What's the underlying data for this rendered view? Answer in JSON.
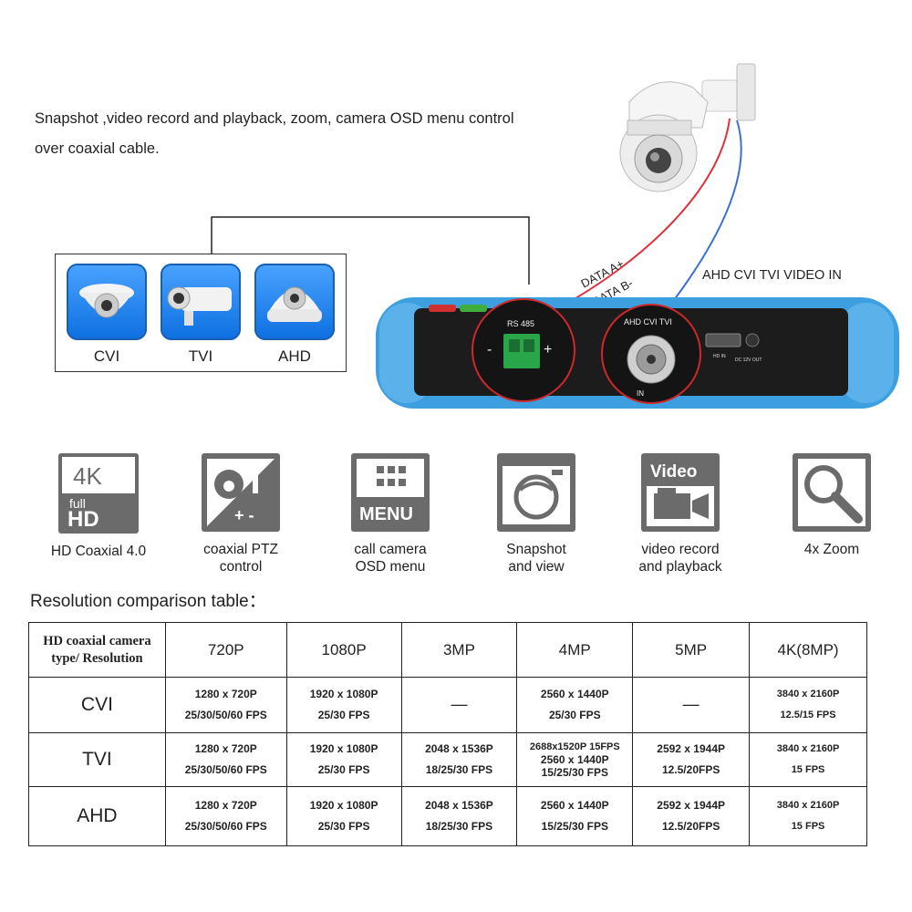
{
  "intro_text": "Snapshot ,video record and playback, zoom, camera OSD menu control over coaxial cable.",
  "camera_types": [
    "CVI",
    "TVI",
    "AHD"
  ],
  "device": {
    "data_a_label": "DATA A+",
    "data_b_label": "DATA B-",
    "video_in_label": "AHD CVI TVI VIDEO IN",
    "rs485_label": "RS 485",
    "rs485_minus": "-",
    "rs485_plus": "+",
    "bnc_label": "AHD CVI TVI",
    "bnc_in": "IN",
    "hdmi_label": "HD IN",
    "dc_label": "DC 12V OUT"
  },
  "features": [
    {
      "icon": "4k-full-hd-icon",
      "label_line1": "HD Coaxial 4.0",
      "label_line2": ""
    },
    {
      "icon": "ptz-control-icon",
      "label_line1": "coaxial PTZ",
      "label_line2": "control"
    },
    {
      "icon": "menu-icon",
      "label_line1": "call camera",
      "label_line2": "OSD menu"
    },
    {
      "icon": "snapshot-icon",
      "label_line1": "Snapshot",
      "label_line2": "and view"
    },
    {
      "icon": "video-record-icon",
      "label_line1": "video record",
      "label_line2": "and playback"
    },
    {
      "icon": "zoom-icon",
      "label_line1": "4x Zoom",
      "label_line2": ""
    }
  ],
  "icon_text": {
    "k4": "4K",
    "full": "full",
    "hd": "HD",
    "menu": "MENU",
    "video": "Video",
    "plus_minus": "+ -"
  },
  "table": {
    "title": "Resolution comparison table：",
    "header_line1": "HD coaxial camera",
    "header_line2": "type/ Resolution",
    "columns": [
      "720P",
      "1080P",
      "3MP",
      "4MP",
      "5MP",
      "4K(8MP)"
    ],
    "rows": [
      {
        "type": "CVI",
        "cells": [
          [
            "1280 x 720P",
            "25/30/50/60 FPS"
          ],
          [
            "1920 x 1080P",
            "25/30 FPS"
          ],
          [
            "—"
          ],
          [
            "2560 x 1440P",
            "25/30 FPS"
          ],
          [
            "—"
          ],
          [
            "3840 x 2160P",
            "12.5/15 FPS"
          ]
        ]
      },
      {
        "type": "TVI",
        "cells": [
          [
            "1280 x 720P",
            "25/30/50/60 FPS"
          ],
          [
            "1920 x 1080P",
            "25/30 FPS"
          ],
          [
            "2048 x 1536P",
            "18/25/30 FPS"
          ],
          [
            "2688x1520P 15FPS",
            "2560 x 1440P",
            "15/25/30 FPS"
          ],
          [
            "2592 x 1944P",
            "12.5/20FPS"
          ],
          [
            "3840 x 2160P",
            "15 FPS"
          ]
        ]
      },
      {
        "type": "AHD",
        "cells": [
          [
            "1280 x 720P",
            "25/30/50/60 FPS"
          ],
          [
            "1920 x 1080P",
            "25/30 FPS"
          ],
          [
            "2048 x 1536P",
            "18/25/30 FPS"
          ],
          [
            "2560 x 1440P",
            "15/25/30 FPS"
          ],
          [
            "2592 x 1944P",
            "12.5/20FPS"
          ],
          [
            "3840 x 2160P",
            "15 FPS"
          ]
        ]
      }
    ]
  },
  "colors": {
    "device_blue": "#3d9fe0",
    "device_body": "#1c1c1c",
    "data_a_wire": "#e0303a",
    "data_b_wire": "#3a6fd8",
    "icon_gray": "#6b6b6b",
    "tile_blue": "#1f7fe8"
  }
}
